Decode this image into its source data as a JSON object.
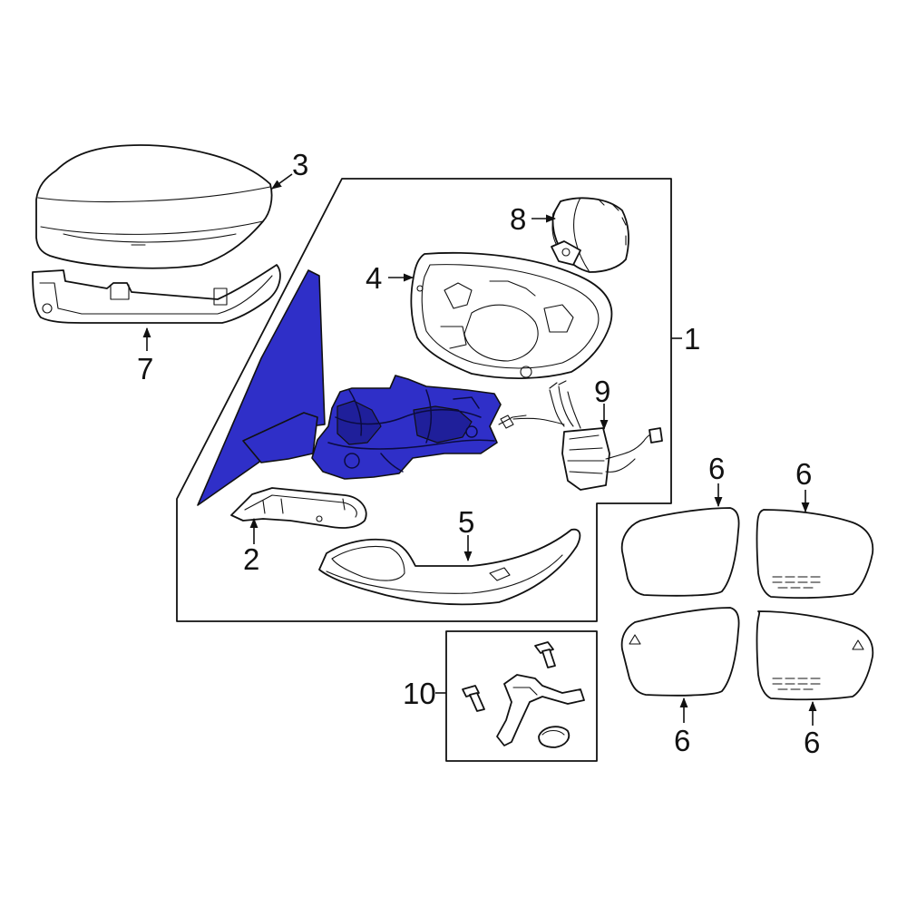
{
  "colors": {
    "highlight": "#2f2fc8",
    "line": "#111111",
    "background": "#ffffff"
  },
  "callouts": {
    "p1": "1",
    "p2": "2",
    "p3": "3",
    "p4": "4",
    "p5": "5",
    "p6a": "6",
    "p6b": "6",
    "p6c": "6",
    "p6d": "6",
    "p7": "7",
    "p8": "8",
    "p9": "9",
    "p10": "10"
  }
}
